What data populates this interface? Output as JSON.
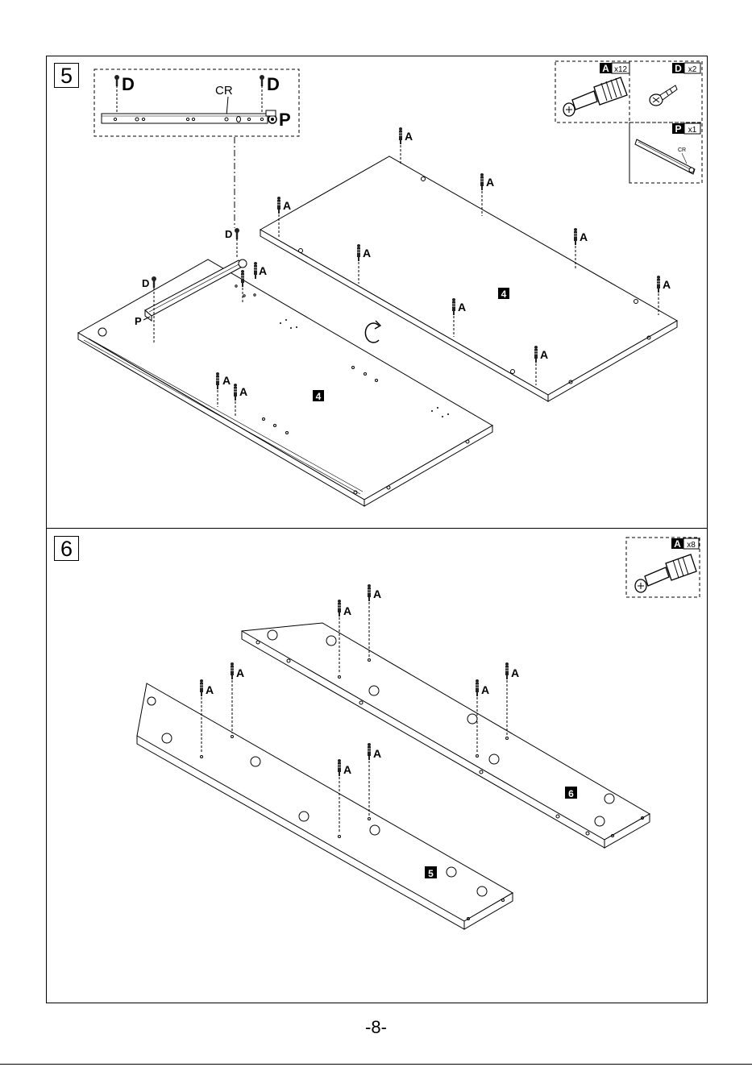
{
  "page": {
    "number": "-8-"
  },
  "steps": [
    {
      "number": "5",
      "detail": {
        "screw_label_left": "D",
        "screw_label_right": "D",
        "cr_label": "CR",
        "rail_label": "P"
      },
      "parts": [
        {
          "code": "A",
          "qty": "x12"
        },
        {
          "code": "D",
          "qty": "x2"
        },
        {
          "code": "P",
          "qty": "x1",
          "sub_label": "CR"
        }
      ],
      "panel_label": "4",
      "callouts": {
        "dowel": "A",
        "screw": "D",
        "rail": "P"
      }
    },
    {
      "number": "6",
      "parts": [
        {
          "code": "A",
          "qty": "x8"
        }
      ],
      "panel_labels": [
        "6",
        "5"
      ],
      "callouts": {
        "dowel": "A"
      }
    }
  ]
}
